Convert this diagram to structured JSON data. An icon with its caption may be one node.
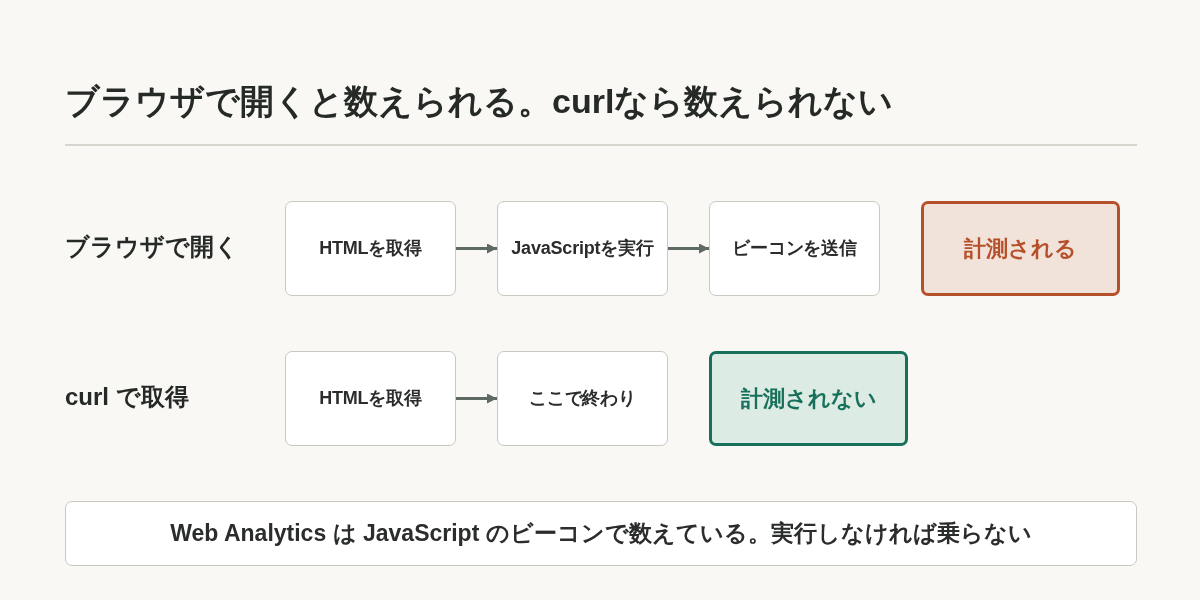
{
  "diagram": {
    "title": "ブラウザで開くと数えられる。curlなら数えられない",
    "nodes": [
      {
        "text": [
          "HTMLを取得"
        ]
      },
      {
        "text": [
          "JavaScriptを実行"
        ]
      },
      {
        "text": [
          "ビーコンを送信"
        ]
      },
      {
        "text": [
          "計測される"
        ]
      },
      {
        "text": [
          "HTMLを取得"
        ]
      },
      {
        "text": [
          "ここで終わり"
        ]
      },
      {
        "text": [
          "計測されない"
        ]
      },
      {
        "text": [
          "Web Analytics は JavaScript のビーコンで数えている。実行しなければ乗らない"
        ]
      }
    ],
    "edges": [
      {
        "from": 0,
        "to": 1,
        "arrow": "to"
      },
      {
        "from": 1,
        "to": 2,
        "arrow": "to"
      },
      {
        "from": 4,
        "to": 5,
        "arrow": "to"
      }
    ],
    "labels": [
      "ブラウザで開く",
      "curl で取得"
    ]
  }
}
